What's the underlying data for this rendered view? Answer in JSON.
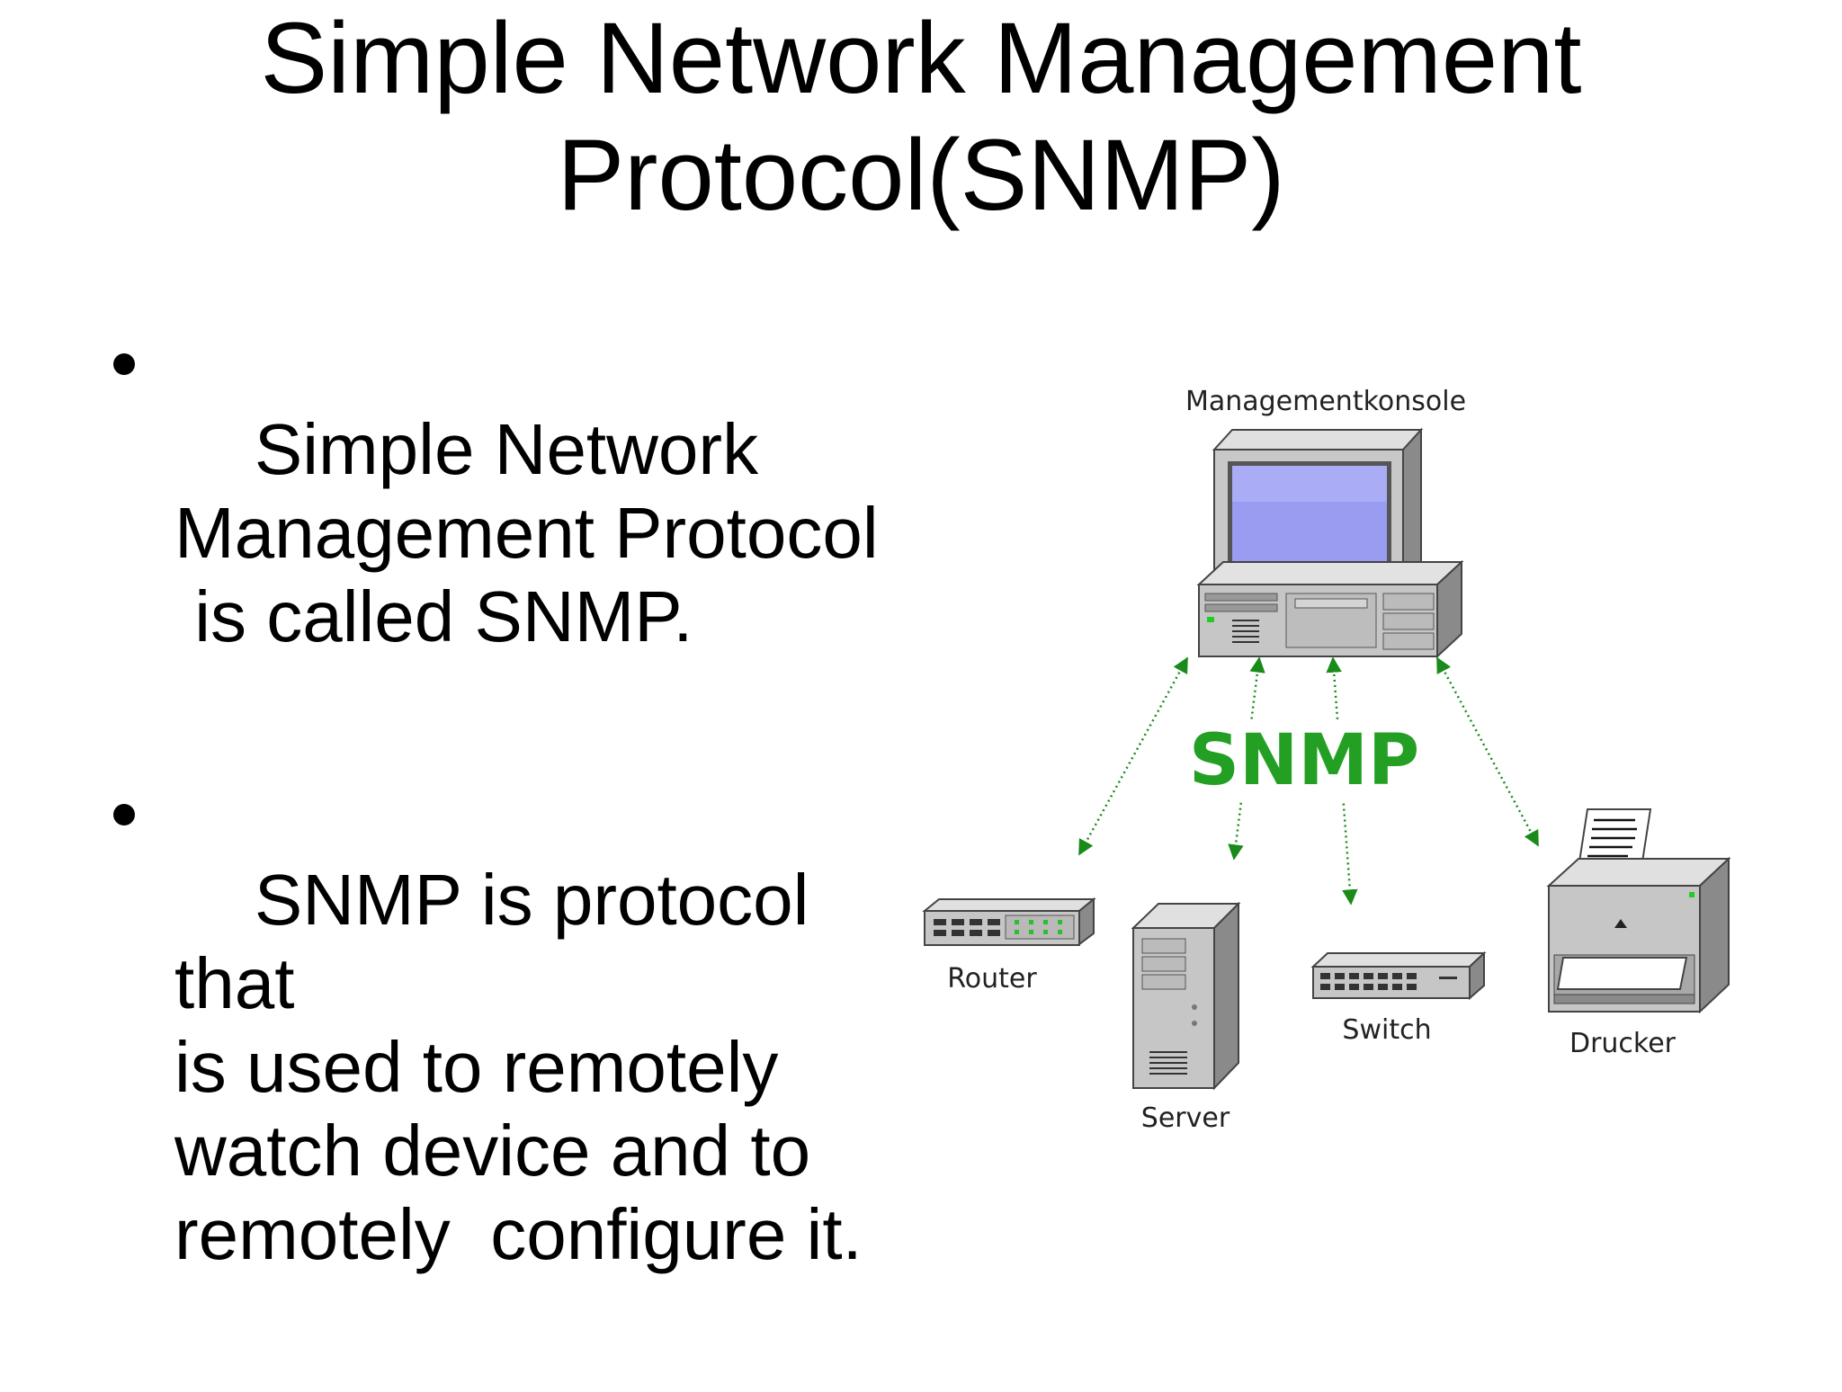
{
  "slide": {
    "title_lines": [
      "Simple Network Management",
      "Protocol(SNMP)"
    ],
    "bullets": [
      "Simple Network\nManagement Protocol\n is called SNMP.",
      "SNMP is protocol that\nis used to remotely\nwatch device and to\nremotely  configure it."
    ]
  },
  "diagram": {
    "console_label": "Managementkonsole",
    "protocol_label": "SNMP",
    "devices": {
      "router": "Router",
      "server": "Server",
      "switch": "Switch",
      "printer": "Drucker"
    },
    "colors": {
      "arrow": "#1a8a1a",
      "protocol_text": "#23a023",
      "device_fill": "#c6c6c6",
      "screen": "#9a9cf2"
    }
  }
}
